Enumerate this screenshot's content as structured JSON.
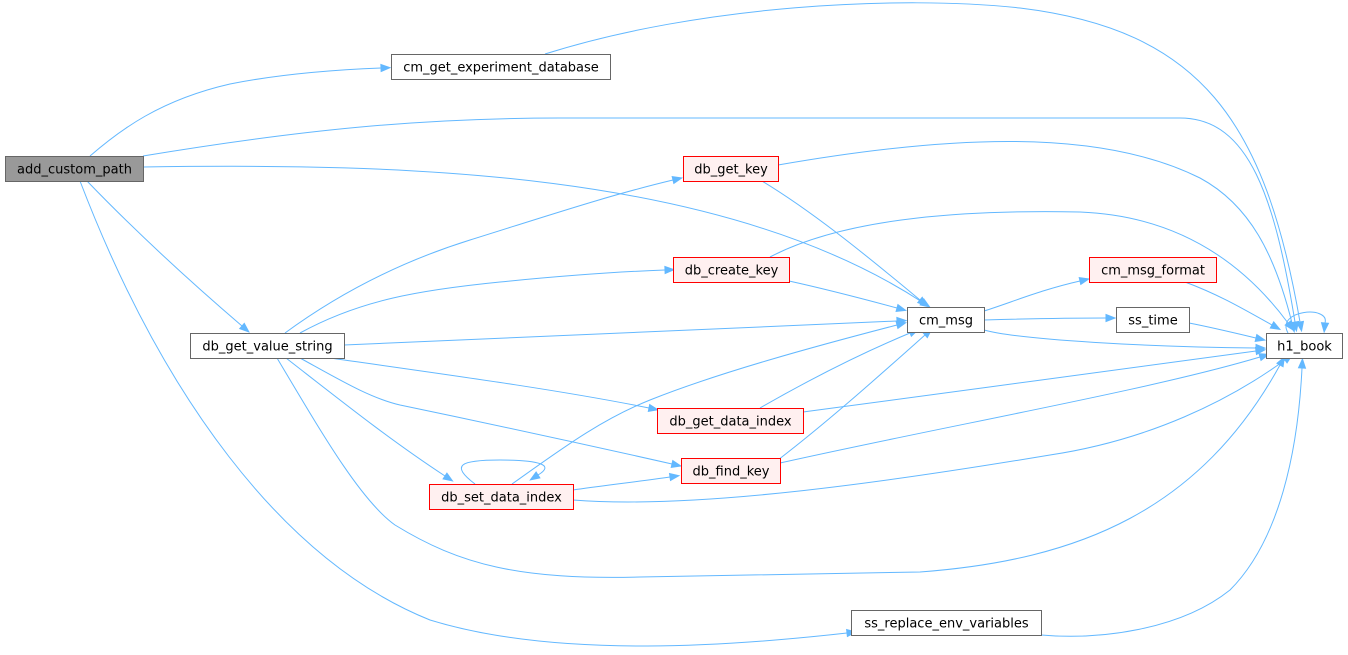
{
  "nodes": {
    "add_custom_path": {
      "label": "add_custom_path",
      "style": "current"
    },
    "cm_get_experiment_database": {
      "label": "cm_get_experiment_database",
      "style": "normal"
    },
    "db_get_value_string": {
      "label": "db_get_value_string",
      "style": "normal"
    },
    "db_get_key": {
      "label": "db_get_key",
      "style": "red"
    },
    "db_create_key": {
      "label": "db_create_key",
      "style": "red"
    },
    "cm_msg": {
      "label": "cm_msg",
      "style": "normal"
    },
    "cm_msg_format": {
      "label": "cm_msg_format",
      "style": "red"
    },
    "ss_time": {
      "label": "ss_time",
      "style": "normal"
    },
    "h1_book": {
      "label": "h1_book",
      "style": "normal"
    },
    "db_get_data_index": {
      "label": "db_get_data_index",
      "style": "red"
    },
    "db_find_key": {
      "label": "db_find_key",
      "style": "red"
    },
    "db_set_data_index": {
      "label": "db_set_data_index",
      "style": "red"
    },
    "ss_replace_env_variables": {
      "label": "ss_replace_env_variables",
      "style": "normal"
    }
  },
  "edges": [
    {
      "from": "add_custom_path",
      "to": "cm_get_experiment_database"
    },
    {
      "from": "add_custom_path",
      "to": "h1_book"
    },
    {
      "from": "add_custom_path",
      "to": "cm_msg"
    },
    {
      "from": "add_custom_path",
      "to": "db_get_value_string"
    },
    {
      "from": "add_custom_path",
      "to": "ss_replace_env_variables"
    },
    {
      "from": "cm_get_experiment_database",
      "to": "h1_book"
    },
    {
      "from": "db_get_value_string",
      "to": "db_get_key"
    },
    {
      "from": "db_get_value_string",
      "to": "db_create_key"
    },
    {
      "from": "db_get_value_string",
      "to": "cm_msg"
    },
    {
      "from": "db_get_value_string",
      "to": "db_get_data_index"
    },
    {
      "from": "db_get_value_string",
      "to": "db_find_key"
    },
    {
      "from": "db_get_value_string",
      "to": "db_set_data_index"
    },
    {
      "from": "db_get_value_string",
      "to": "h1_book"
    },
    {
      "from": "db_get_key",
      "to": "h1_book"
    },
    {
      "from": "db_get_key",
      "to": "cm_msg"
    },
    {
      "from": "db_create_key",
      "to": "h1_book"
    },
    {
      "from": "db_create_key",
      "to": "cm_msg"
    },
    {
      "from": "cm_msg",
      "to": "cm_msg_format"
    },
    {
      "from": "cm_msg",
      "to": "ss_time"
    },
    {
      "from": "cm_msg",
      "to": "h1_book"
    },
    {
      "from": "cm_msg_format",
      "to": "h1_book"
    },
    {
      "from": "ss_time",
      "to": "h1_book"
    },
    {
      "from": "h1_book",
      "to": "h1_book"
    },
    {
      "from": "db_get_data_index",
      "to": "cm_msg"
    },
    {
      "from": "db_get_data_index",
      "to": "h1_book"
    },
    {
      "from": "db_find_key",
      "to": "cm_msg"
    },
    {
      "from": "db_find_key",
      "to": "h1_book"
    },
    {
      "from": "db_set_data_index",
      "to": "db_set_data_index"
    },
    {
      "from": "db_set_data_index",
      "to": "cm_msg"
    },
    {
      "from": "db_set_data_index",
      "to": "db_find_key"
    },
    {
      "from": "db_set_data_index",
      "to": "h1_book"
    },
    {
      "from": "ss_replace_env_variables",
      "to": "h1_book"
    }
  ],
  "colors": {
    "edge": "#63b8ff",
    "current_fill": "#999999",
    "current_border": "#666666",
    "normal_fill": "#ffffff",
    "normal_border": "#666666",
    "red_fill": "#fff0f0",
    "red_border": "#ff0000",
    "text": "#000000"
  }
}
